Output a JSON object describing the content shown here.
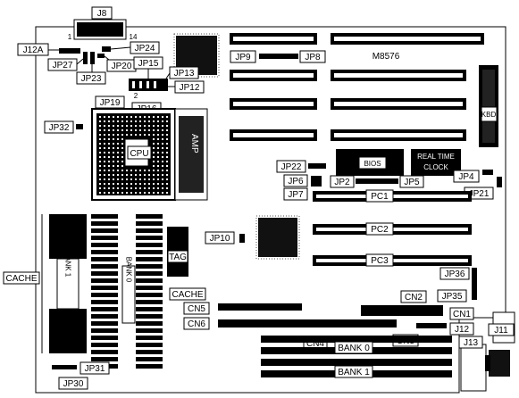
{
  "board": {
    "model": "M8576",
    "pin1": "1",
    "pin14": "14",
    "pin2": "2"
  },
  "labels": {
    "j8": "J8",
    "j12a": "J12A",
    "jp24": "JP24",
    "jp27": "JP27",
    "jp23": "JP23",
    "jp20": "JP20",
    "jp15": "JP15",
    "jp13": "JP13",
    "jp12": "JP12",
    "jp19": "JP19",
    "jp16": "JP16",
    "jp32": "JP32",
    "jp9": "JP9",
    "jp8": "JP8",
    "kbd": "KBD",
    "cpu": "CPU",
    "amp": "AMP",
    "jp22": "JP22",
    "jp6": "JP6",
    "jp7": "JP7",
    "jp2": "JP2",
    "jp5": "JP5",
    "bios": "BIOS",
    "rtc_line1": "REAL TIME",
    "rtc_line2": "CLOCK",
    "jp4": "JP4",
    "jp21": "JP21",
    "pc1": "PC1",
    "pc2": "PC2",
    "pc3": "PC3",
    "jp10": "JP10",
    "cache_left": "CACHE",
    "bank1_left": "BANK 1",
    "bank0_mid": "BANK 0",
    "tag": "TAG",
    "cache_mid": "CACHE",
    "cn5": "CN5",
    "cn6": "CN6",
    "cn4": "CN4",
    "cn2": "CN2",
    "cn1": "CN1",
    "cn3": "CN3",
    "j12": "J12",
    "jp36": "JP36",
    "jp35": "JP35",
    "j11": "J11",
    "j13": "J13",
    "bank0_bottom": "BANK 0",
    "bank1_bottom": "BANK 1",
    "jp31": "JP31",
    "jp30": "JP30"
  }
}
